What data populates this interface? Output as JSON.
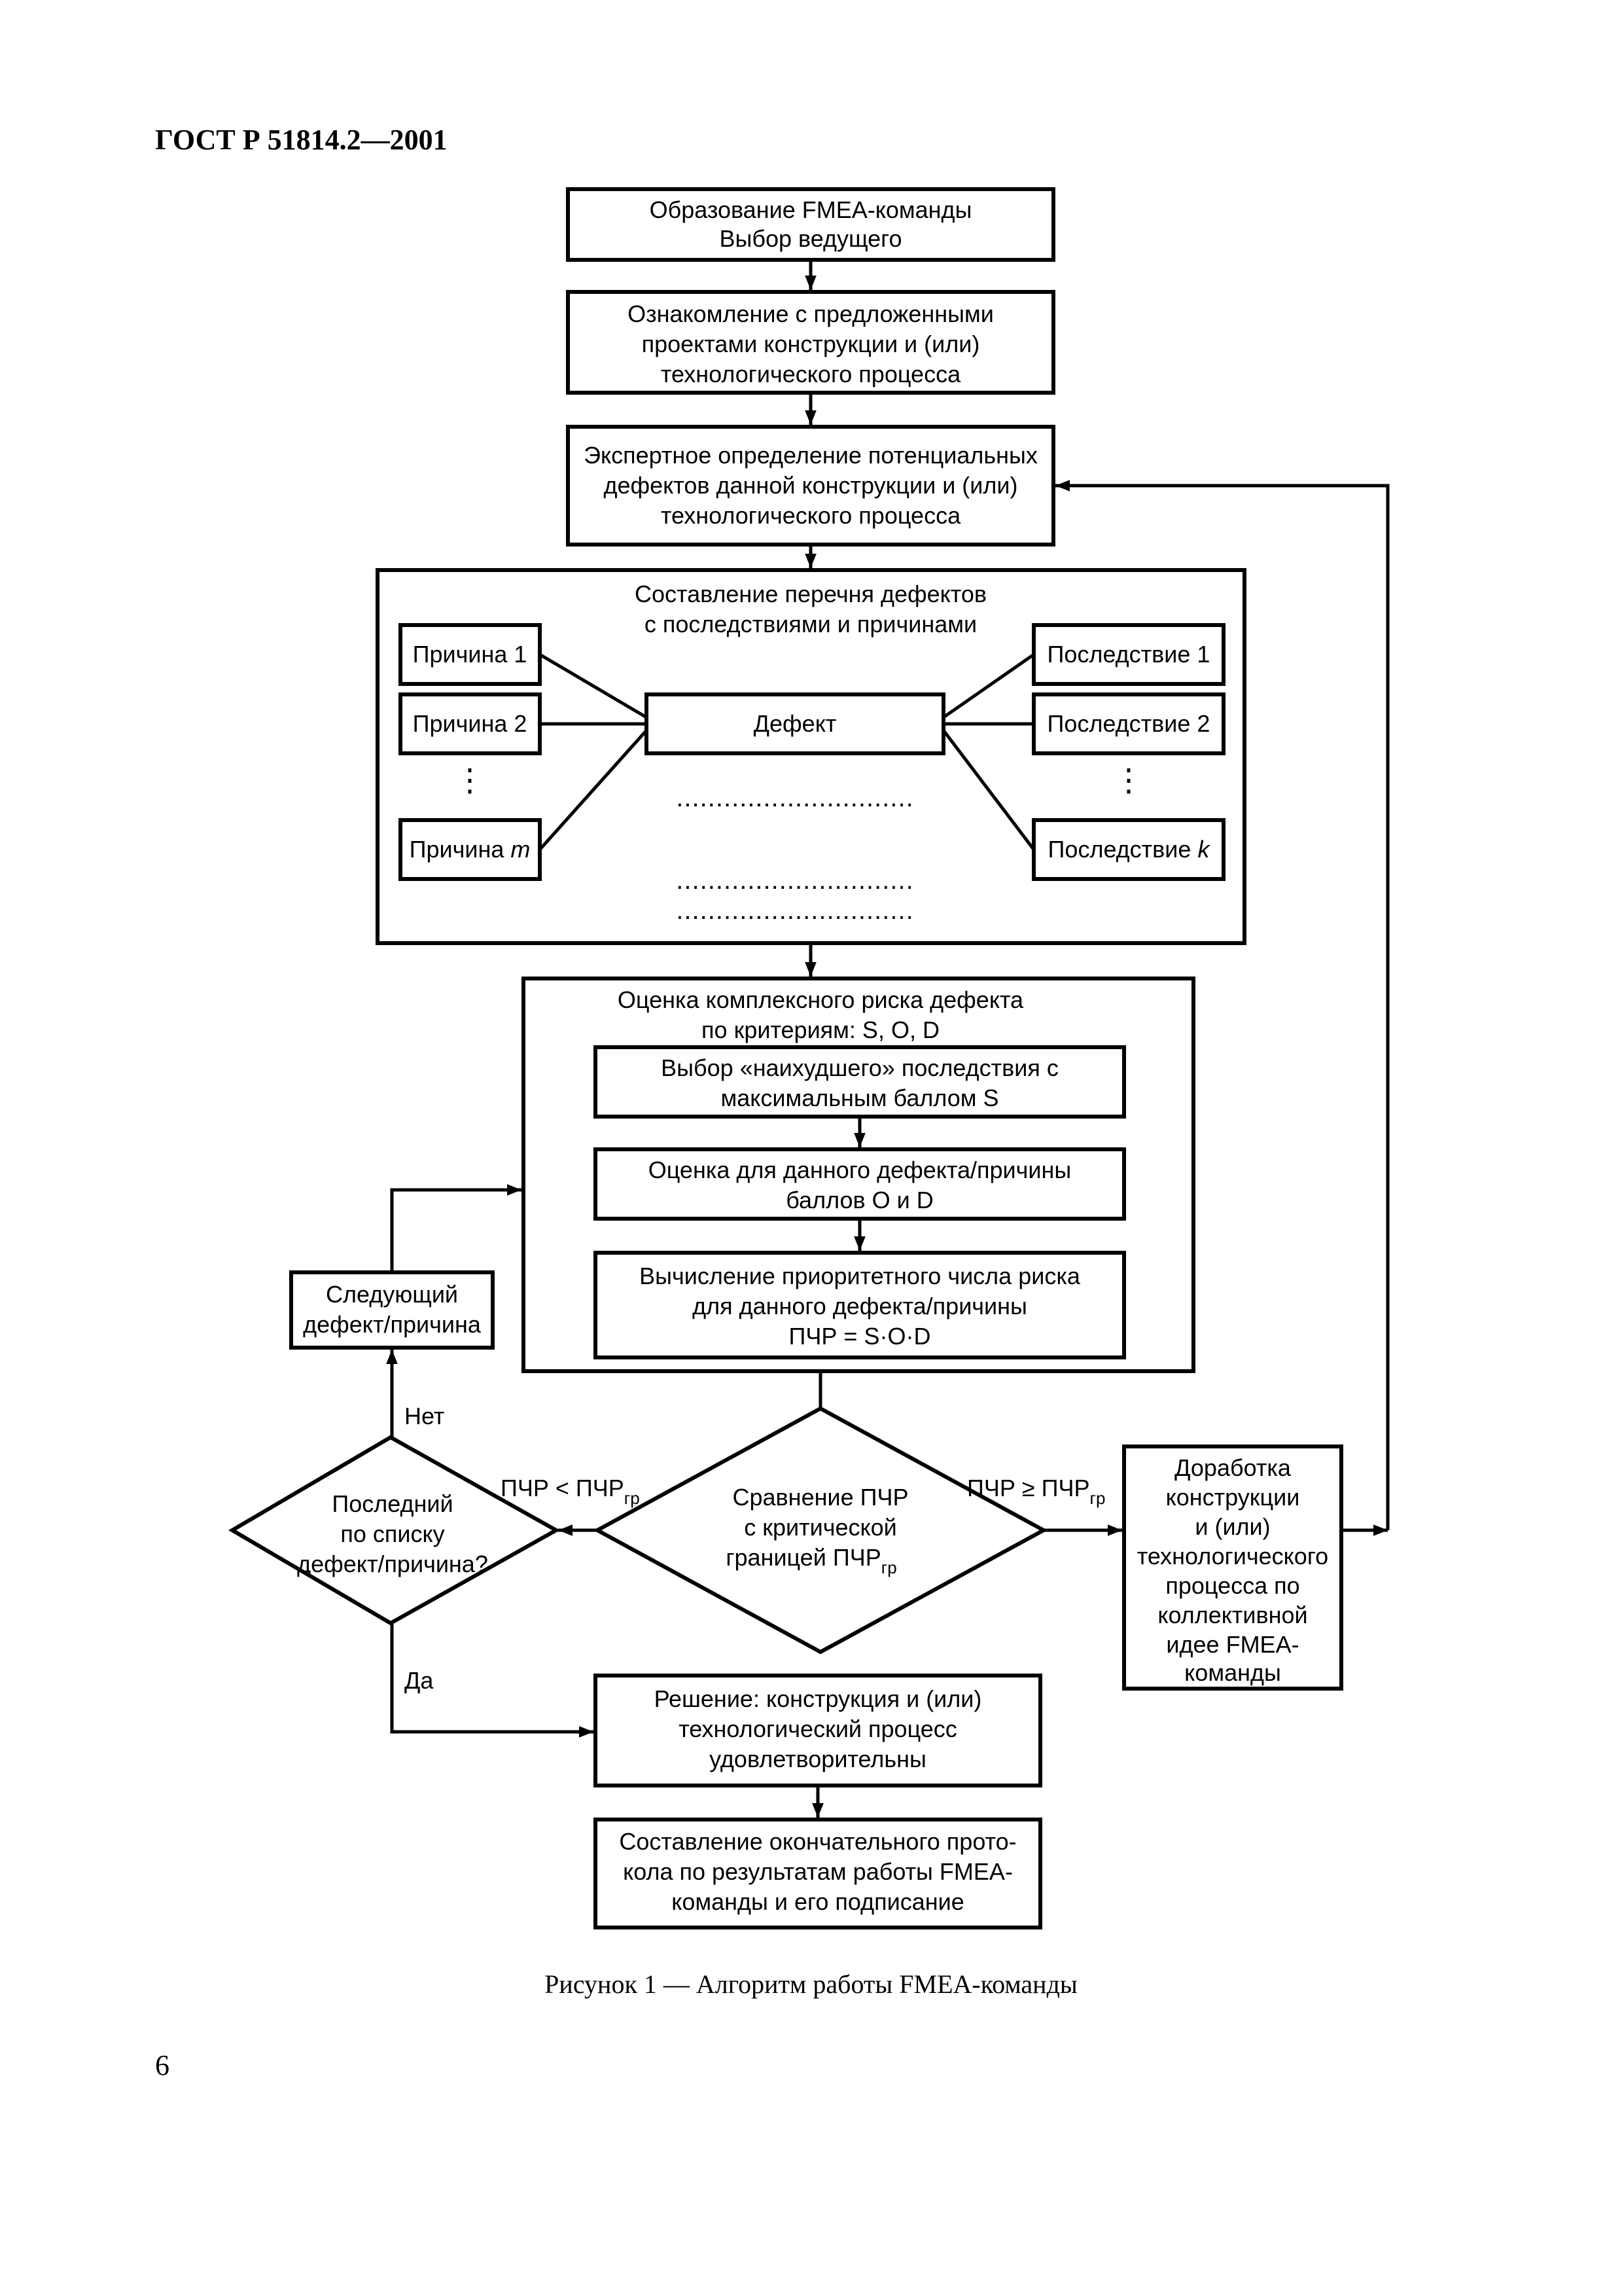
{
  "header": "ГОСТ Р 51814.2—2001",
  "page_number": "6",
  "caption": "Рисунок 1 — Алгоритм работы FMEA-команды",
  "nodes": {
    "form_team": [
      "Образование FMEA-команды",
      "Выбор ведущего"
    ],
    "review_designs": [
      "Ознакомление с предложенными",
      "проектами конструкции и (или)",
      "технологического процесса"
    ],
    "expert_defects": [
      "Экспертное определение потенциальных",
      "дефектов данной конструкции и (или)",
      "технологического процесса"
    ],
    "defect_list_title": [
      "Составление перечня дефектов",
      "с последствиями и причинами"
    ],
    "causes": [
      "Причина 1",
      "Причина 2",
      "Причина "
    ],
    "cause_m_var": "m",
    "defect": "Дефект",
    "effects": [
      "Последствие 1",
      "Последствие 2",
      "Последствие "
    ],
    "effect_k_var": "k",
    "dotted_line": "..............................",
    "vertical_dots": "⋮",
    "risk_title": [
      "Оценка комплексного риска дефекта",
      "по критериям: S, O, D"
    ],
    "worst_effect": [
      "Выбор «наихудшего» последствия с",
      "максимальным баллом S"
    ],
    "score_od": [
      "Оценка для данного дефекта/причины",
      "баллов O и D"
    ],
    "rpn_calc": [
      "Вычисление приоритетного числа риска",
      "для данного дефекта/причины",
      "ПЧР = S·O·D"
    ],
    "next_defect": [
      "Следующий",
      "дефект/причина"
    ],
    "compare": [
      "Сравнение ПЧР",
      "с критической",
      "границей ПЧР"
    ],
    "last_in_list": [
      "Последний",
      "по списку",
      "дефект/причина?"
    ],
    "rework": [
      "Доработка",
      "конструкции",
      "и (или)",
      "технологического",
      "процесса по",
      "коллективной",
      "идее FMEA-",
      "команды"
    ],
    "decision": [
      "Решение: конструкция и (или)",
      "технологический процесс",
      "удовлетворительны"
    ],
    "final_protocol": [
      "Составление окончательного прото-",
      "кола по результатам работы FMEA-",
      "команды и его подписание"
    ],
    "labels": {
      "no": "Нет",
      "yes": "Да",
      "less": "ПЧР < ПЧР",
      "geq": "ПЧР ≥ ПЧР",
      "sub_gr": "гр"
    }
  }
}
